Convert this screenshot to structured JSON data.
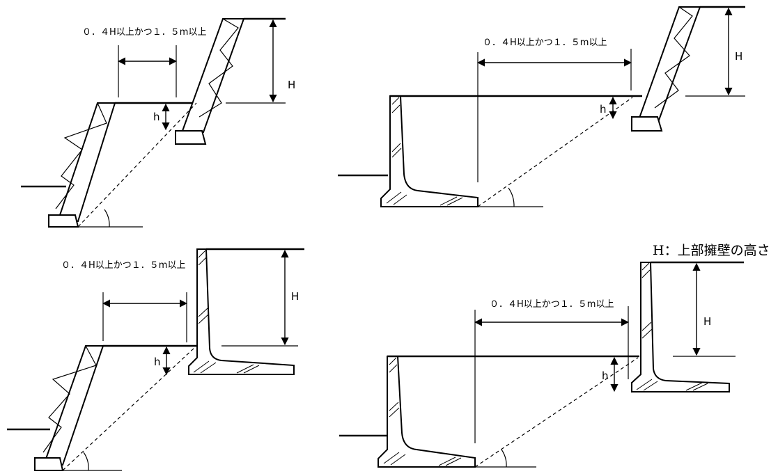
{
  "labels": {
    "distance": "０．４H以上かつ１．５m以上",
    "H": "H",
    "h": "h",
    "legend": "H：上部擁壁の高さ"
  }
}
